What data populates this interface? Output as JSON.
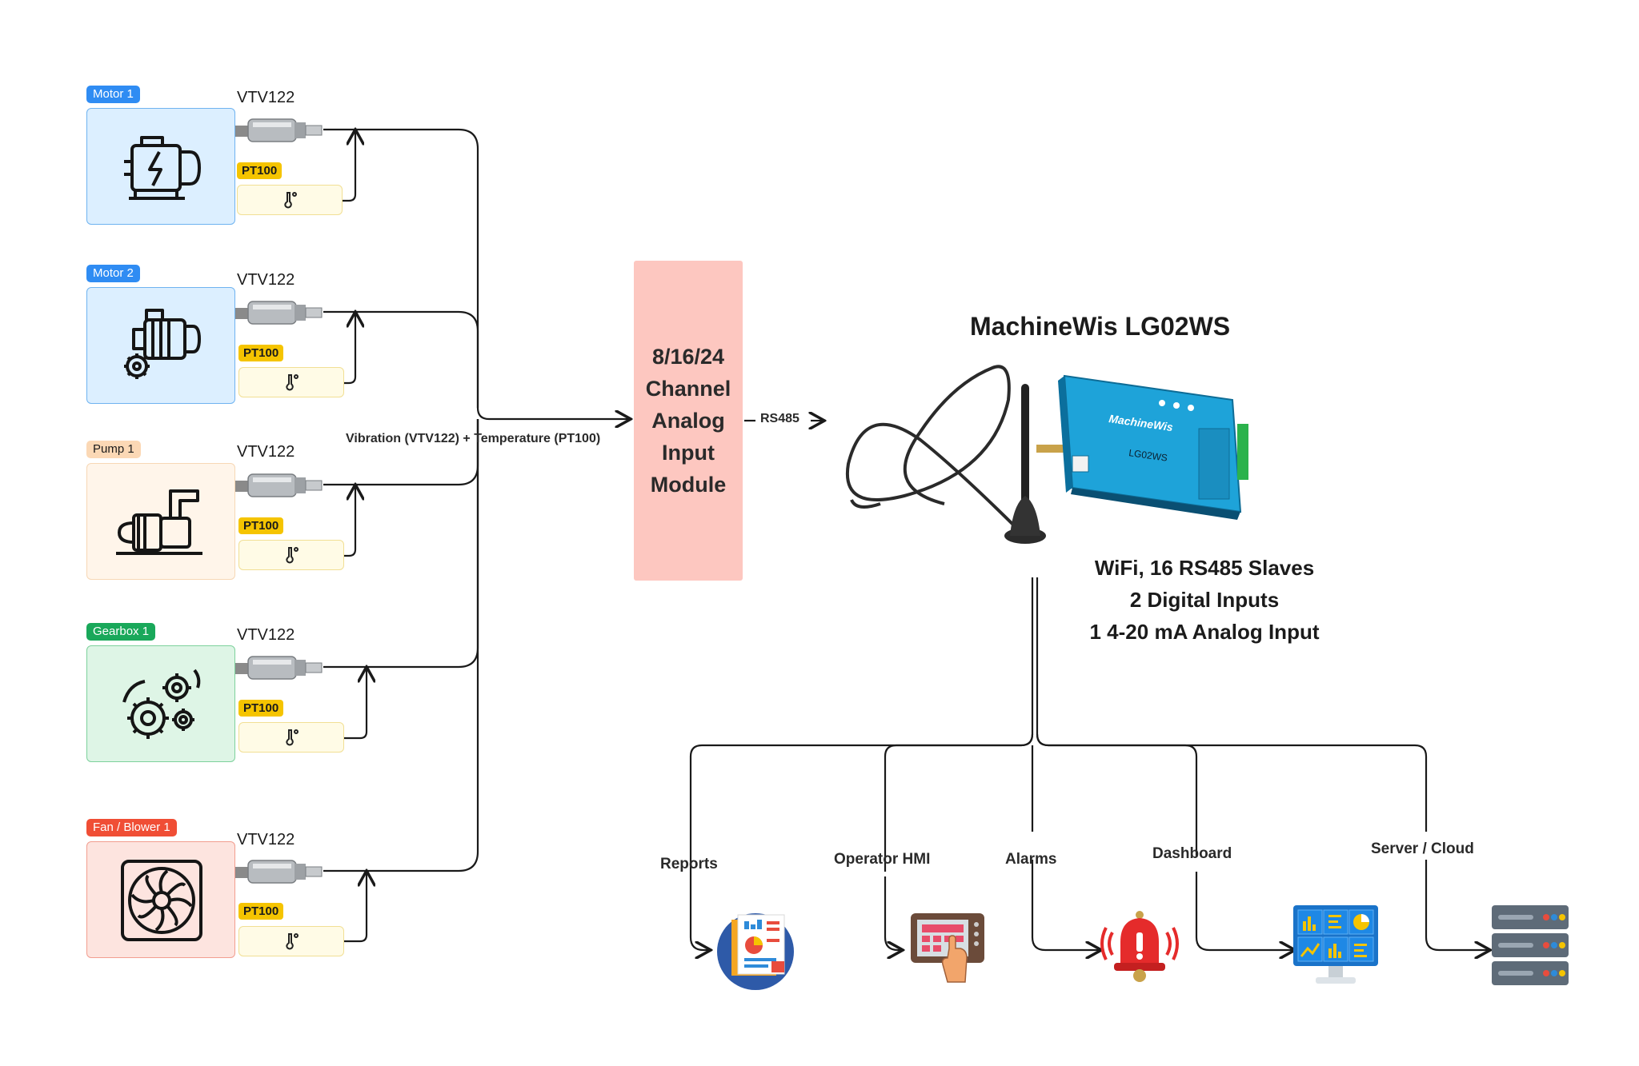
{
  "machines": [
    {
      "tag": "Motor 1",
      "tag_color": "#2f8cf3",
      "fill": "#dcefff",
      "border": "#6fb3f0",
      "icon": "electric-motor-icon",
      "sensor": "VTV122",
      "temp_tag": "PT100"
    },
    {
      "tag": "Motor 2",
      "tag_color": "#2f8cf3",
      "fill": "#dcefff",
      "border": "#6fb3f0",
      "icon": "motor-gear-icon",
      "sensor": "VTV122",
      "temp_tag": "PT100"
    },
    {
      "tag": "Pump 1",
      "tag_color": "#fbd8b5",
      "fill": "#fff5ea",
      "border": "#f7d7b5",
      "icon": "pump-icon",
      "sensor": "VTV122",
      "temp_tag": "PT100"
    },
    {
      "tag": "Gearbox 1",
      "tag_color": "#19a85a",
      "fill": "#def5e6",
      "border": "#7dd19c",
      "icon": "gears-icon",
      "sensor": "VTV122",
      "temp_tag": "PT100"
    },
    {
      "tag": "Fan / Blower 1",
      "tag_color": "#f04e35",
      "fill": "#fde4df",
      "border": "#f29d8f",
      "icon": "fan-icon",
      "sensor": "VTV122",
      "temp_tag": "PT100"
    }
  ],
  "bus_label": "Vibration (VTV122) + Temperature (PT100)",
  "module": {
    "lines": [
      "8/16/24",
      "Channel",
      "Analog",
      "Input",
      "Module"
    ],
    "fill": "#fdc7c0"
  },
  "rs485_label": "RS485",
  "gateway": {
    "title": "MachineWis LG02WS",
    "device_brand": "MachineWis",
    "device_model": "LG02WS",
    "specs": [
      "WiFi, 16 RS485 Slaves",
      "2 Digital Inputs",
      "1 4-20 mA Analog Input"
    ]
  },
  "outputs": [
    {
      "label": "Reports",
      "icon": "reports-icon"
    },
    {
      "label": "Operator HMI",
      "icon": "hmi-panel-icon"
    },
    {
      "label": "Alarms",
      "icon": "alarm-bell-icon"
    },
    {
      "label": "Dashboard",
      "icon": "dashboard-monitor-icon"
    },
    {
      "label": "Server / Cloud",
      "icon": "server-rack-icon"
    }
  ],
  "colors": {
    "line": "#1a1a1a",
    "pt_tag": "#f5c400",
    "device_blue": "#1ea3d9"
  }
}
